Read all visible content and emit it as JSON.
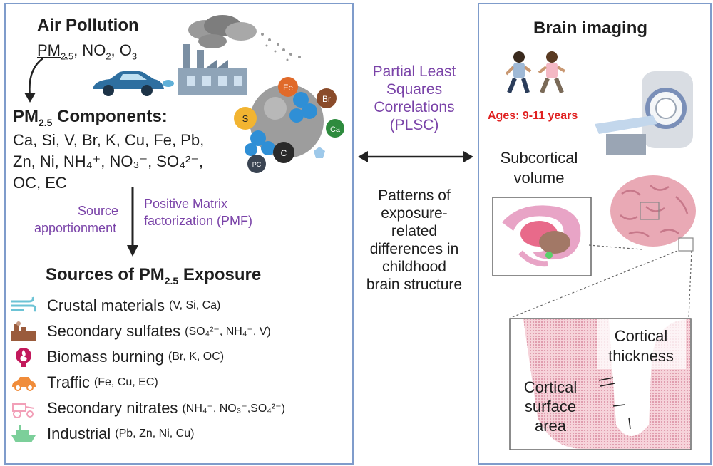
{
  "air_pollution": {
    "title": "Air Pollution",
    "pollutants": [
      "PM",
      "2.5",
      ", NO",
      "2",
      ", O",
      "3"
    ]
  },
  "components": {
    "title_pre": "PM",
    "title_sub": "2.5",
    "title_post": " Components:",
    "lines": [
      "Ca, Si, V, Br, K, Cu, Fe, Pb,",
      "Zn, Ni, NH₄⁺, NO₃⁻, SO₄²⁻,",
      "OC, EC"
    ]
  },
  "particle_labels": [
    "Fe",
    "Br",
    "Ca",
    "S",
    "C",
    "PC"
  ],
  "pmf": {
    "source_label_line1": "Source",
    "source_label_line2": "apportionment",
    "method_line1": "Positive Matrix",
    "method_line2": "factorization (PMF)"
  },
  "sources": {
    "title_pre": "Sources of PM",
    "title_sub": "2.5",
    "title_post": " Exposure",
    "items": [
      {
        "name": "Crustal materials",
        "elements": "(V, Si, Ca)",
        "icon": "wind-icon",
        "color": "#6cc3d5"
      },
      {
        "name": "Secondary sulfates",
        "elements": "(SO₄²⁻, NH₄⁺, V)",
        "icon": "factory-icon",
        "color": "#9a5b3c"
      },
      {
        "name": "Biomass burning",
        "elements": "(Br, K, OC)",
        "icon": "fire-icon",
        "color": "#c2185b"
      },
      {
        "name": "Traffic",
        "elements": "(Fe, Cu, EC)",
        "icon": "car-icon",
        "color": "#f08c3a"
      },
      {
        "name": "Secondary nitrates",
        "elements": "(NH₄⁺, NO₃⁻,SO₄²⁻)",
        "icon": "tractor-icon",
        "color": "#f2a0b8"
      },
      {
        "name": "Industrial",
        "elements": "(Pb, Zn, Ni, Cu)",
        "icon": "ship-icon",
        "color": "#7ccf9a"
      }
    ]
  },
  "middle": {
    "method_lines": [
      "Partial Least",
      "Squares",
      "Correlations",
      "(PLSC)"
    ],
    "pattern_lines": [
      "Patterns of",
      "exposure-",
      "related",
      "differences in",
      "childhood",
      "brain structure"
    ]
  },
  "brain": {
    "title": "Brain imaging",
    "ages": "Ages: 9-11 years",
    "subcortical_line1": "Subcortical",
    "subcortical_line2": "volume",
    "thickness_line1": "Cortical",
    "thickness_line2": "thickness",
    "surface_line1": "Cortical",
    "surface_line2": "surface",
    "surface_line3": "area"
  },
  "colors": {
    "panel_border": "#7f9ccb",
    "purple": "#7a43a8",
    "ages_red": "#e02020",
    "car_blue": "#2e6fa0",
    "brain_pink": "#e9a9b5"
  }
}
